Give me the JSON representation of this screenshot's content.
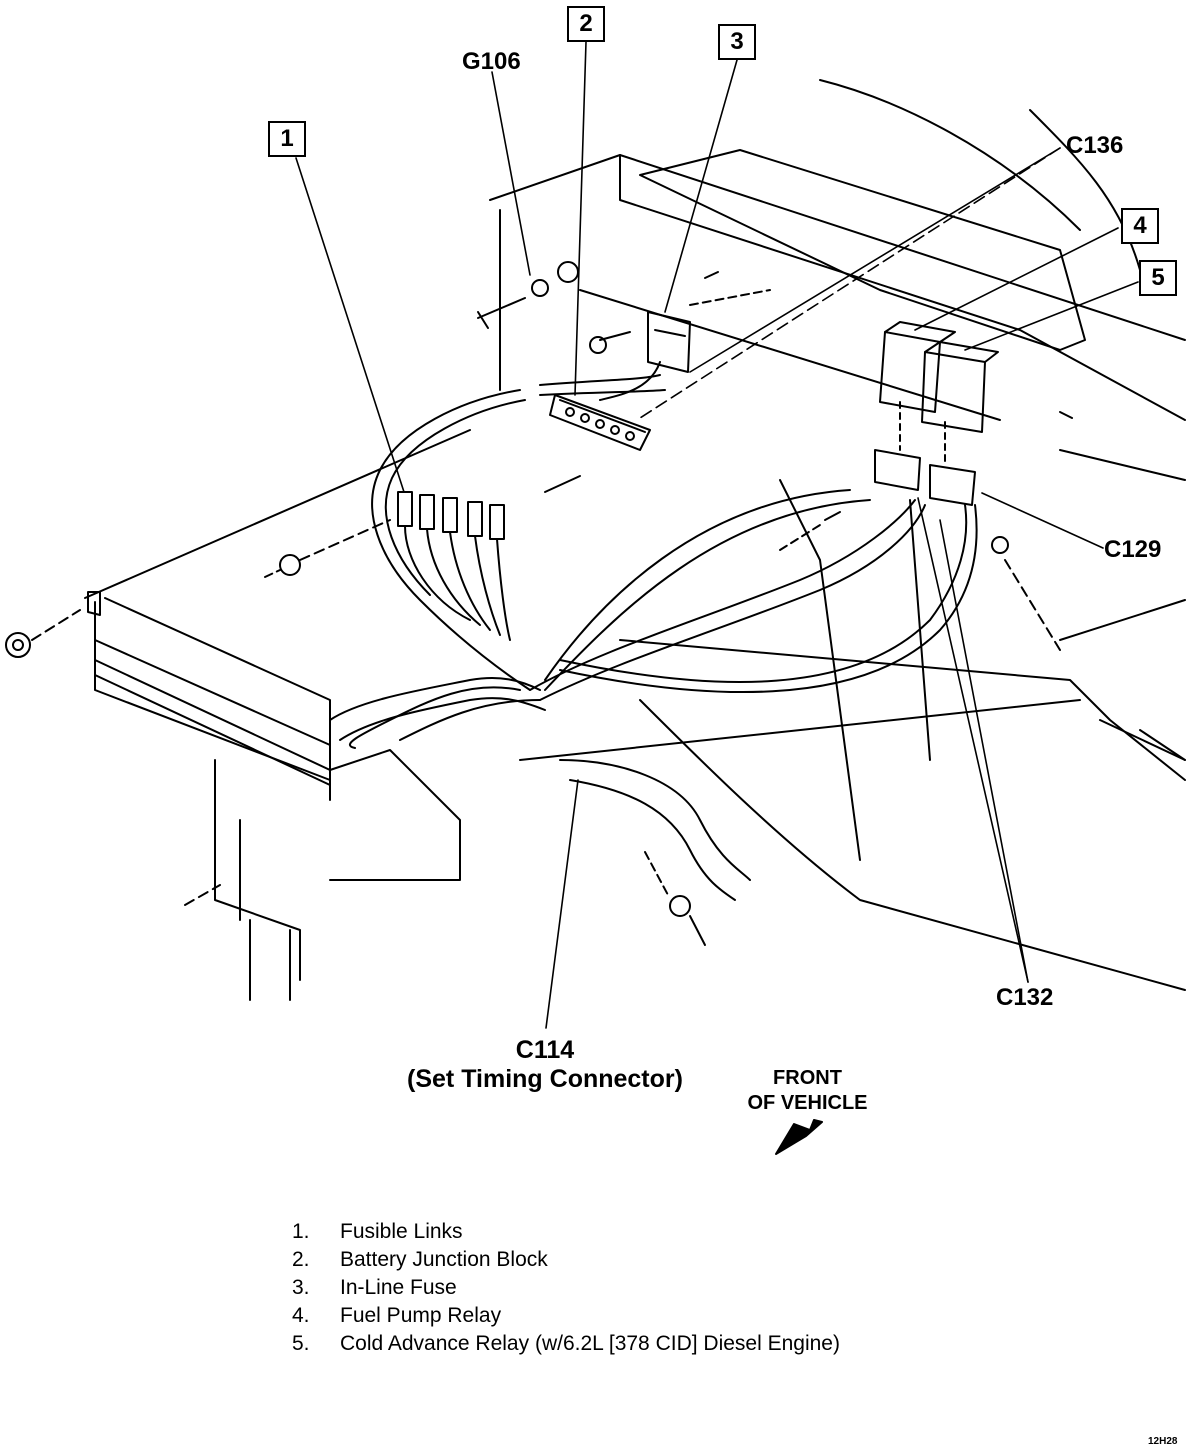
{
  "callouts": [
    {
      "number": "1"
    },
    {
      "number": "2"
    },
    {
      "number": "3"
    },
    {
      "number": "4"
    },
    {
      "number": "5"
    }
  ],
  "connectors": {
    "g106": "G106",
    "c136": "C136",
    "c129": "C129",
    "c132": "C132",
    "c114": "C114",
    "c114_desc": "(Set Timing Connector)"
  },
  "front_of_vehicle": {
    "line1": "FRONT",
    "line2": "OF VEHICLE"
  },
  "legend": [
    {
      "num": "1.",
      "text": "Fusible Links"
    },
    {
      "num": "2.",
      "text": "Battery Junction Block"
    },
    {
      "num": "3.",
      "text": "In-Line Fuse"
    },
    {
      "num": "4.",
      "text": "Fuel Pump Relay"
    },
    {
      "num": "5.",
      "text": "Cold Advance Relay (w/6.2L [378 CID] Diesel Engine)"
    }
  ],
  "figure_id": "12H28"
}
